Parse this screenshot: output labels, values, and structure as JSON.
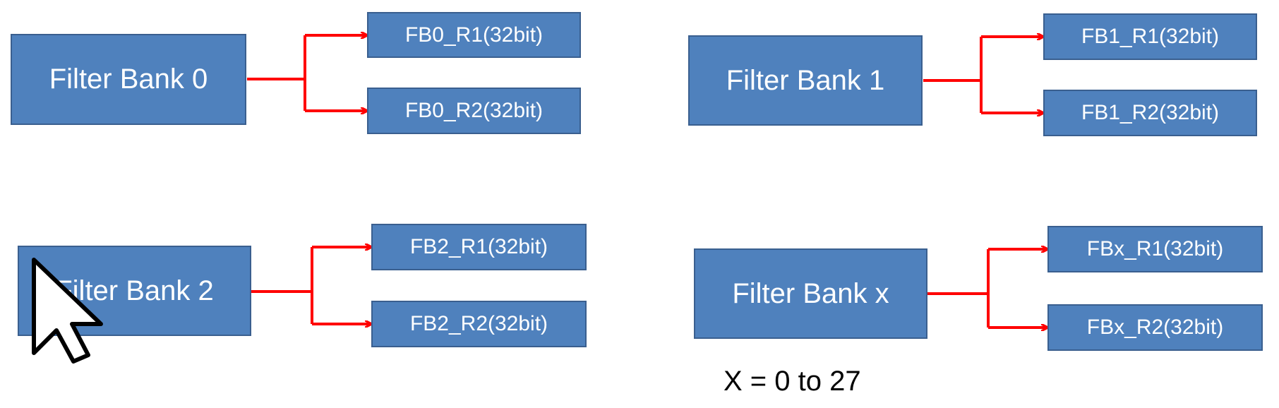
{
  "groups": [
    {
      "bank_label": "Filter Bank 0",
      "reg1_label": "FB0_R1(32bit)",
      "reg2_label": "FB0_R2(32bit)"
    },
    {
      "bank_label": "Filter Bank 1",
      "reg1_label": "FB1_R1(32bit)",
      "reg2_label": "FB1_R2(32bit)"
    },
    {
      "bank_label": "Filter Bank 2",
      "reg1_label": "FB2_R1(32bit)",
      "reg2_label": "FB2_R2(32bit)"
    },
    {
      "bank_label": "Filter Bank x",
      "reg1_label": "FBx_R1(32bit)",
      "reg2_label": "FBx_R2(32bit)"
    }
  ],
  "note": "X = 0 to 27",
  "colors": {
    "box_fill": "#4f81bd",
    "box_border": "#3a5f8f",
    "box_text": "#ffffff",
    "arrow": "#ff0000",
    "note_text": "#000000"
  },
  "icons": {
    "cursor": "mouse-pointer-icon"
  }
}
